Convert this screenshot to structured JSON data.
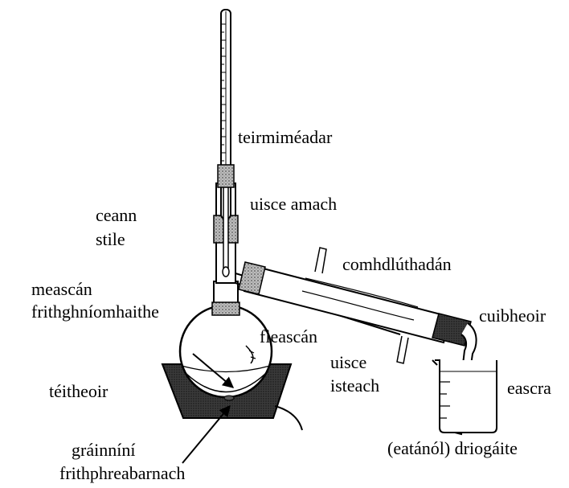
{
  "labels": {
    "thermometer": "teirmiméadar",
    "water_out": "uisce amach",
    "still_head_1": "ceann",
    "still_head_2": "stile",
    "condenser": "comhdlúthadán",
    "reaction_mixture_1": "meascán",
    "reaction_mixture_2": "frithghníomhaithe",
    "flask": "fleascán",
    "adapter": "cuibheoir",
    "water_in_1": "uisce",
    "water_in_2": "isteach",
    "heater": "téitheoir",
    "beaker": "eascra",
    "anti_bumping_1": "gráinníní",
    "anti_bumping_2": "frithphreabarnach",
    "product": "(eatánól) driogáite"
  }
}
